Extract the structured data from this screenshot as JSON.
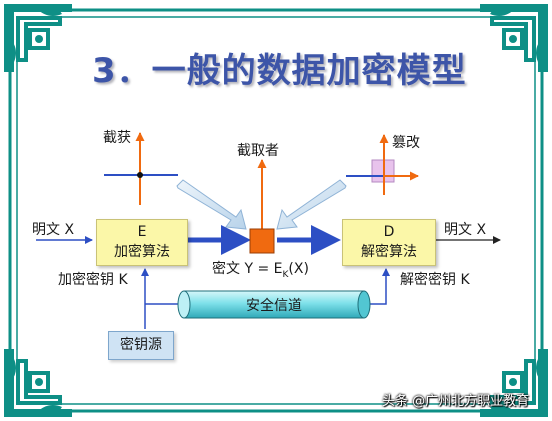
{
  "title": "3．一般的数据加密模型",
  "labels": {
    "intercept": "截获",
    "interceptor": "截取者",
    "tamper": "篡改",
    "plaintext_left": "明文 X",
    "plaintext_right": "明文 X",
    "encrypt_key": "加密密钥 K",
    "decrypt_key": "解密密钥 K",
    "ciphertext_prefix": "密文 Y = E",
    "ciphertext_sub": "K",
    "ciphertext_suffix": "(X)",
    "secure_channel": "安全信道",
    "key_source": "密钥源"
  },
  "boxes": {
    "encrypt_letter": "E",
    "encrypt_name": "加密算法",
    "decrypt_letter": "D",
    "decrypt_name": "解密算法"
  },
  "watermark": "头条 @广州北方职业教育",
  "colors": {
    "frame_teal": "#0e8f86",
    "flow_blue": "#2d4fc4",
    "intercept_orange": "#f06a10",
    "box_yellow": "#fbf7a8",
    "channel_cyan": "#7fe1ea",
    "title_blue": "#3d55a8"
  }
}
